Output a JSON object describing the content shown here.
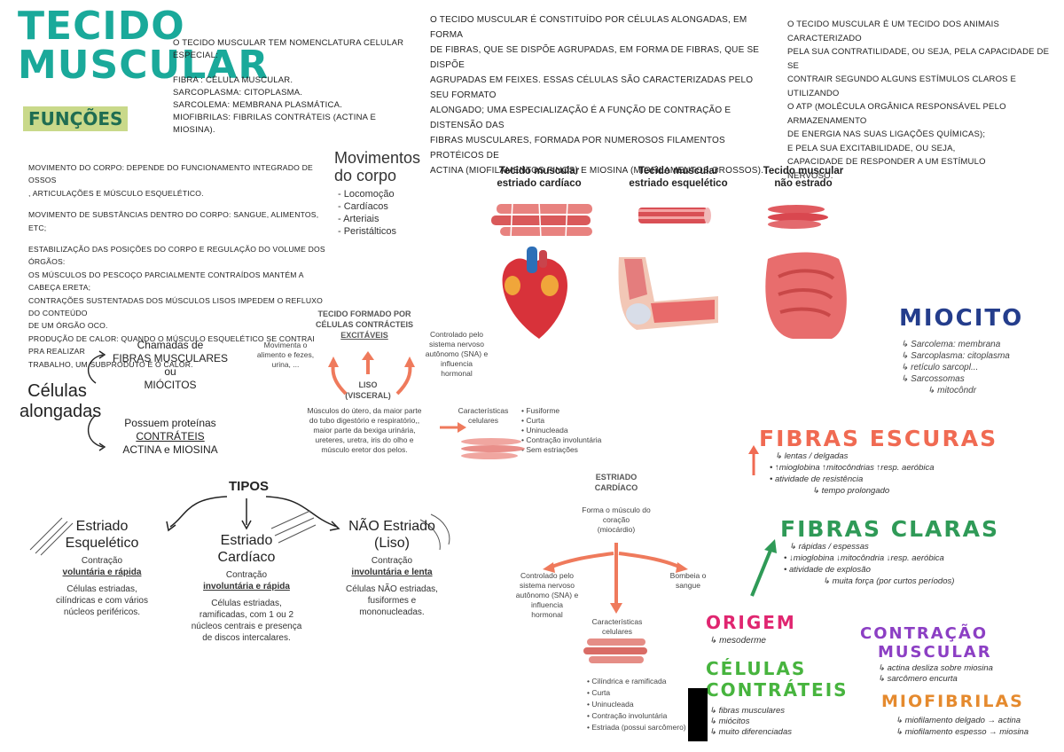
{
  "header": {
    "title_line1": "TECIDO",
    "title_line2": "MUSCULAR",
    "funcoes": "FUNÇÕES"
  },
  "intro_left": {
    "line1": "O TECIDO MUSCULAR TEM NOMENCLATURA CELULAR ESPECIAL:",
    "items": [
      "FIBRA : CÉLULA MUSCULAR.",
      "SARCOPLASMA: CITOPLASMA.",
      "SARCOLEMA: MEMBRANA PLASMÁTICA.",
      "MIOFIBRILAS: FIBRILAS CONTRÁTEIS (ACTINA E MIOSINA)."
    ]
  },
  "intro_center": [
    "O TECIDO MUSCULAR É CONSTITUÍDO POR CÉLULAS ALONGADAS, EM FORMA",
    "DE FIBRAS, QUE SE DISPÕE AGRUPADAS, EM FORMA DE FIBRAS, QUE SE DISPÕE",
    "AGRUPADAS EM FEIXES. ESSAS CÉLULAS SÃO CARACTERIZADAS PELO SEU FORMATO",
    "ALONGADO; UMA ESPECIALIZAÇÃO É A FUNÇÃO DE CONTRAÇÃO E DISTENSÃO DAS",
    " FIBRAS MUSCULARES, FORMADA POR NUMEROSOS FILAMENTOS PROTÉICOS DE",
    "ACTINA (MIOFILAMENTOS FINOS) E MIOSINA (MIOFILAMENTOS GROSSOS)."
  ],
  "intro_right": [
    "O TECIDO MUSCULAR É UM TECIDO DOS ANIMAIS CARACTERIZADO",
    "PELA SUA CONTRATILIDADE, OU SEJA, PELA CAPACIDADE DE SE",
    "CONTRAIR SEGUNDO ALGUNS ESTÍMULOS CLAROS E UTILIZANDO",
    "O ATP (MOLÉCULA ORGÂNICA RESPONSÁVEL PELO ARMAZENAMENTO",
    "DE ENERGIA NAS SUAS LIGAÇÕES QUÍMICAS);",
    "E PELA SUA EXCITABILIDADE, OU SEJA,",
    "CAPACIDADE DE RESPONDER A UM ESTÍMULO",
    "NERVOSO."
  ],
  "functions": [
    "MOVIMENTO DO CORPO: DEPENDE DO FUNCIONAMENTO INTEGRADO DE OSSOS",
    ", ARTICULAÇÕES E MÚSCULO ESQUELÉTICO.",
    "",
    "MOVIMENTO DE SUBSTÂNCIAS DENTRO DO CORPO: SANGUE, ALIMENTOS, ETC;",
    "",
    "ESTABILIZAÇÃO DAS POSIÇÕES DO CORPO E REGULAÇÃO DO VOLUME DOS ÓRGÃOS:",
    " OS MÚSCULOS DO PESCOÇO PARCIALMENTE CONTRAÍDOS MANTÉM A CABEÇA ERETA;",
    " CONTRAÇÕES SUSTENTADAS DOS MÚSCULOS LISOS IMPEDEM O REFLUXO DO CONTEÚDO",
    "DE UM ÓRGÃO OCO.",
    "PRODUÇÃO DE CALOR: QUANDO O MÚSCULO ESQUELÉTICO SE CONTRAI PRA REALIZAR",
    "TRABALHO, UM SUBPRODUTO É O CALOR."
  ],
  "movimentos": {
    "title_line1": "Movimentos",
    "title_line2": "do corpo",
    "items": [
      "- Locomoção",
      "- Cardíacos",
      "- Arteriais",
      "- Peristálticos"
    ]
  },
  "tissues": [
    {
      "label_line1": "Tecido muscular",
      "label_line2": "estriado cardíaco"
    },
    {
      "label_line1": "Tecido muscular",
      "label_line2": "estriado esquelético"
    },
    {
      "label_line1": "Tecido muscular",
      "label_line2": "não estrado"
    }
  ],
  "celulas": {
    "title_line1": "Células",
    "title_line2": "alongadas",
    "top_line1": "Chamadas de",
    "top_line2": "FIBRAS MUSCULARES",
    "top_line3": "ou",
    "top_line4": "MIÓCITOS",
    "bot_line1": "Possuem proteínas",
    "bot_line2": "CONTRÁTEIS",
    "bot_line3": "ACTINA e MIOSINA"
  },
  "liso": {
    "head_line1": "TECIDO FORMADO POR",
    "head_line2": "CÉLULAS CONTRÁCTEIS",
    "head_line3": "EXCITÁVEIS",
    "name_line1": "LISO",
    "name_line2": "(VISCERAL)",
    "left_note": [
      "Movimenta o",
      "alimento e fezes,",
      "urina, ..."
    ],
    "right_note": [
      "Controlado pelo",
      "sistema nervoso",
      "autônomo (SNA) e",
      "influencia",
      "hormonal"
    ],
    "where": [
      "Músculos do útero, da maior parte",
      "do tubo digestório e respiratório,,",
      "maior parte da bexiga urinária,",
      "ureteres, uretra, iris do olho e",
      "músculo eretor dos pelos."
    ],
    "char_title_line1": "Características",
    "char_title_line2": "celulares",
    "char_items": [
      "• Fusiforme",
      "• Curta",
      "• Uninucleada",
      "• Contração involuntária",
      "• Sem estriações"
    ]
  },
  "tipos": {
    "title": "TIPOS",
    "types": [
      {
        "name_line1": "Estriado",
        "name_line2": "Esquelético",
        "contr_line1": "Contração",
        "contr_line2": "voluntária e rápida",
        "desc": [
          "Células estriadas,",
          "cilíndricas e com vários",
          "núcleos periféricos."
        ]
      },
      {
        "name_line1": "Estriado",
        "name_line2": "Cardíaco",
        "contr_line1": "Contração",
        "contr_line2": "involuntária e rápida",
        "desc": [
          "Células estriadas,",
          "ramificadas, com 1 ou 2",
          "núcleos centrais e presença",
          "de discos intercalares."
        ]
      },
      {
        "name_line1": "NÃO Estriado",
        "name_line2": "(Liso)",
        "contr_line1": "Contração",
        "contr_line2": "involuntária e lenta",
        "desc": [
          "Células NÃO estriadas,",
          "fusiformes e",
          "mononucleadas."
        ]
      }
    ]
  },
  "cardiaco": {
    "head_line1": "ESTRIADO",
    "head_line2": "CARDÍACO",
    "forms": [
      "Forma o músculo do",
      "coração",
      "(miocárdio)"
    ],
    "left_note": [
      "Controlado pelo",
      "sistema nervoso",
      "autônomo (SNA) e",
      "influencia",
      "hormonal"
    ],
    "right_note": [
      "Bombeia o",
      "sangue"
    ],
    "char_title_line1": "Características",
    "char_title_line2": "celulares",
    "char_items": [
      "• Cilíndrica e ramificada",
      "• Curta",
      "• Uninucleada",
      "• Contração involuntária",
      "• Estriada (possui sarcômero)"
    ]
  },
  "miocito": {
    "title": "MIOCITO",
    "items": [
      "↳ Sarcolema: membrana",
      "↳ Sarcoplasma: citoplasma",
      "↳ retículo sarcopl...",
      "↳ Sarcossomas",
      "↳ mitocôndr"
    ]
  },
  "fibras_escuras": {
    "title": "FIBRAS ESCURAS",
    "items": [
      "↳ lentas / delgadas",
      "• ↑mioglobina ↑mitocôndrias ↑resp. aeróbica",
      "• atividade de resistência",
      "↳ tempo prolongado"
    ]
  },
  "fibras_claras": {
    "title": "FIBRAS CLARAS",
    "items": [
      "↳ rápidas / espessas",
      "• ↓mioglobina ↓mitocôndria ↓resp. aeróbica",
      "• atividade de explosão",
      "↳ muita força (por curtos períodos)"
    ]
  },
  "origem": {
    "title": "ORIGEM",
    "item": "↳ mesoderme"
  },
  "contrateis": {
    "title_line1": "CÉLULAS",
    "title_line2": "CONTRÁTEIS",
    "items": [
      "↳ fibras musculares",
      "↳ miócitos",
      "↳ muito diferenciadas"
    ]
  },
  "contracao": {
    "title_line1": "CONTRAÇÃO",
    "title_line2": "MUSCULAR",
    "items": [
      "↳ actina desliza sobre miosina",
      "↳ sarcômero encurta"
    ]
  },
  "miofibrilas": {
    "title": "MIOFIBRILAS",
    "items": [
      "↳ miofilamento delgado → actina",
      "↳ miofilamento espesso → miosina"
    ]
  },
  "colors": {
    "teal": "#1aa99a",
    "funcoes_bg": "#c9d98a",
    "red_title": "#f06a52",
    "green_title": "#2f9a57",
    "magenta": "#e02670",
    "green_cells": "#47b43e",
    "purple": "#8c3fc4",
    "navy": "#243d8c",
    "orange": "#e58a2e",
    "arrow": "#ef7a5c"
  }
}
